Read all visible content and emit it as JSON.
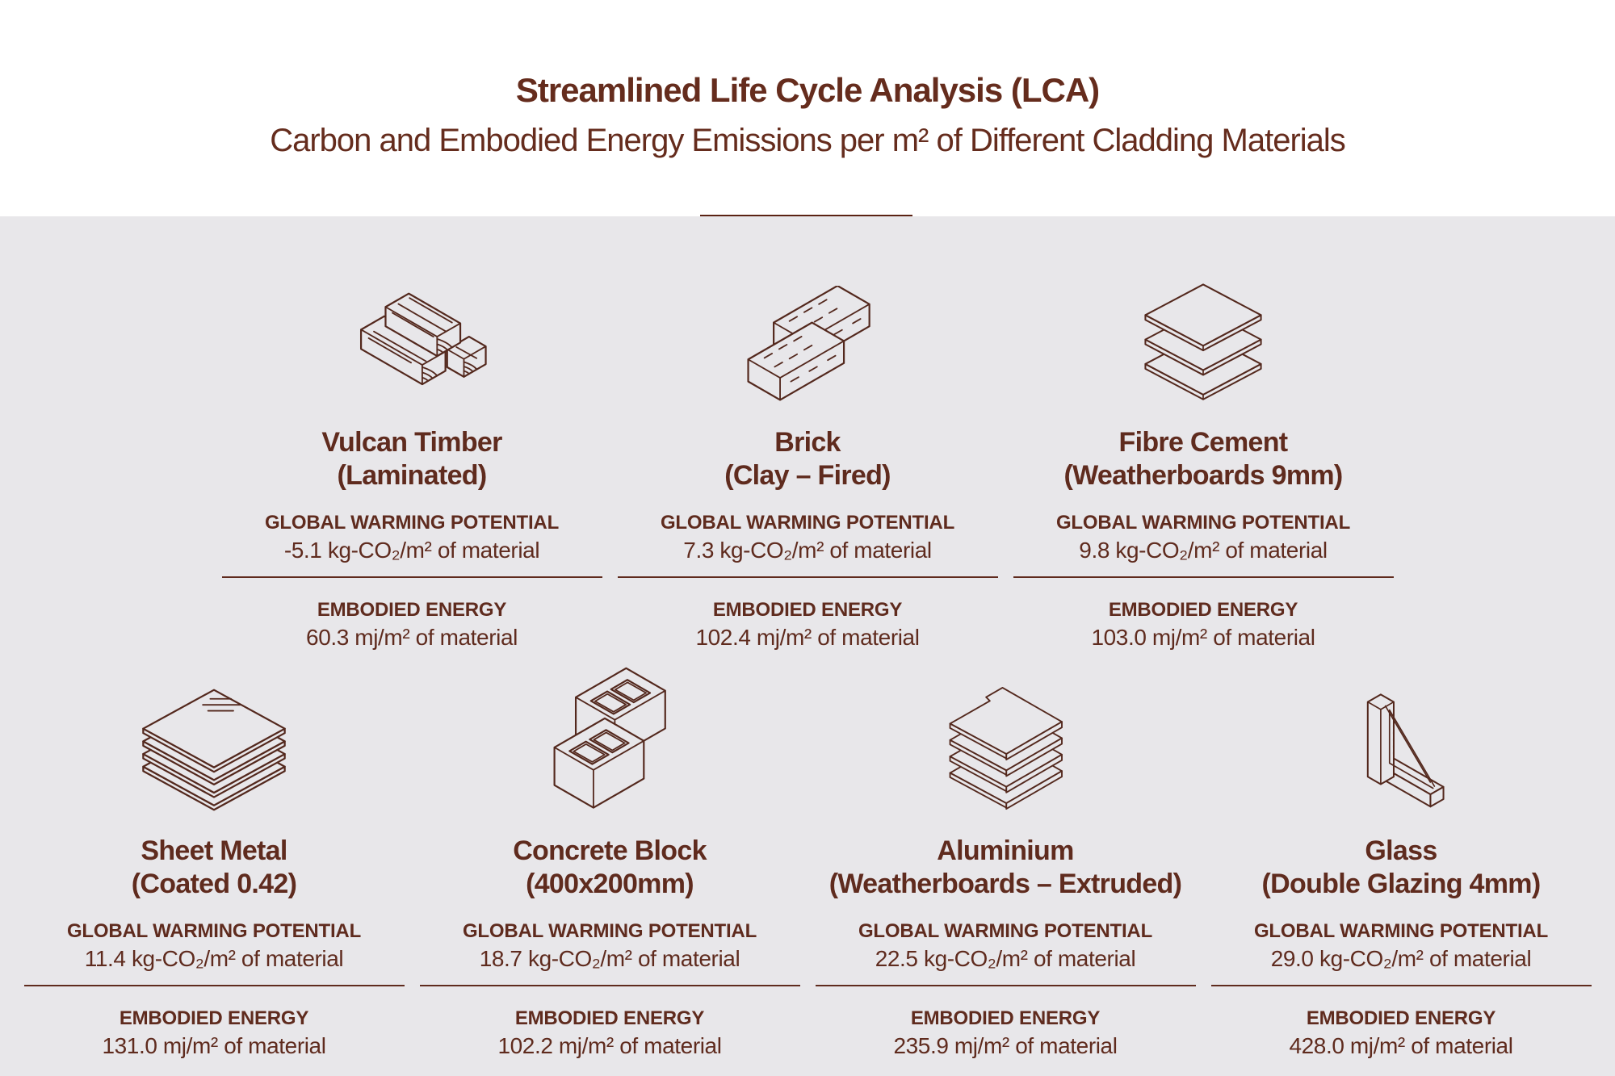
{
  "header": {
    "title": "Streamlined Life Cycle Analysis (LCA)",
    "subtitle": "Carbon and Embodied Energy Emissions per m² of Different Cladding Materials"
  },
  "labels": {
    "gwp": "GLOBAL WARMING POTENTIAL",
    "ee": "EMBODIED ENERGY"
  },
  "materials": [
    {
      "name_line1": "Vulcan Timber",
      "name_line2": "(Laminated)",
      "icon": "timber-icon",
      "gwp": "-5.1 kg-CO₂/m² of material",
      "ee": "60.3 mj/m² of material"
    },
    {
      "name_line1": "Brick",
      "name_line2": "(Clay – Fired)",
      "icon": "brick-icon",
      "gwp": "7.3 kg-CO₂/m² of material",
      "ee": "102.4 mj/m² of material"
    },
    {
      "name_line1": "Fibre Cement",
      "name_line2": "(Weatherboards 9mm)",
      "icon": "fibre-cement-icon",
      "gwp": "9.8 kg-CO₂/m² of material",
      "ee": "103.0 mj/m² of material"
    },
    {
      "name_line1": "Sheet Metal",
      "name_line2": "(Coated 0.42)",
      "icon": "sheet-metal-icon",
      "gwp": "11.4 kg-CO₂/m² of material",
      "ee": "131.0 mj/m² of material"
    },
    {
      "name_line1": "Concrete Block",
      "name_line2": "(400x200mm)",
      "icon": "concrete-block-icon",
      "gwp": "18.7 kg-CO₂/m² of material",
      "ee": "102.2 mj/m² of material"
    },
    {
      "name_line1": "Aluminium",
      "name_line2": "(Weatherboards – Extruded)",
      "icon": "aluminium-icon",
      "gwp": "22.5 kg-CO₂/m² of material",
      "ee": "235.9 mj/m² of material"
    },
    {
      "name_line1": "Glass",
      "name_line2": "(Double Glazing 4mm)",
      "icon": "glass-icon",
      "gwp": "29.0 kg-CO₂/m² of material",
      "ee": "428.0 mj/m² of material"
    }
  ],
  "colors": {
    "text_brown": "#5f2b1e",
    "title_brown": "#652c1d",
    "bar_brown": "#5a2213",
    "background_gray": "#e8e7ea",
    "background_white": "#ffffff",
    "icon_stroke": "#53281d"
  }
}
